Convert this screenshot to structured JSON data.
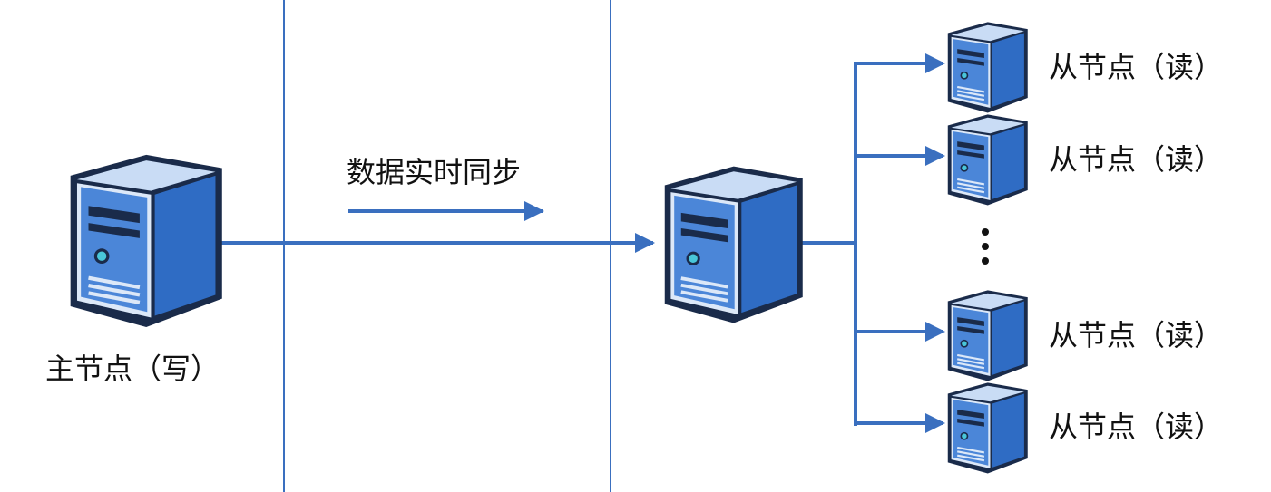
{
  "master": {
    "label": "主节点（写）",
    "icon": "server-icon"
  },
  "sync": {
    "label": "数据实时同步"
  },
  "relay": {
    "icon": "server-icon"
  },
  "replicas": [
    {
      "label": "从节点（读）",
      "icon": "server-icon"
    },
    {
      "label": "从节点（读）",
      "icon": "server-icon"
    },
    {
      "label": "从节点（读）",
      "icon": "server-icon"
    },
    {
      "label": "从节点（读）",
      "icon": "server-icon"
    }
  ],
  "ellipsis": "⋮",
  "colors": {
    "line": "#3a6fbf",
    "server_front": "#3f7fd6",
    "server_side": "#2f66b8",
    "server_top": "#c9dcf5",
    "server_outline": "#1a2b4a",
    "led": "#49c6d8"
  }
}
